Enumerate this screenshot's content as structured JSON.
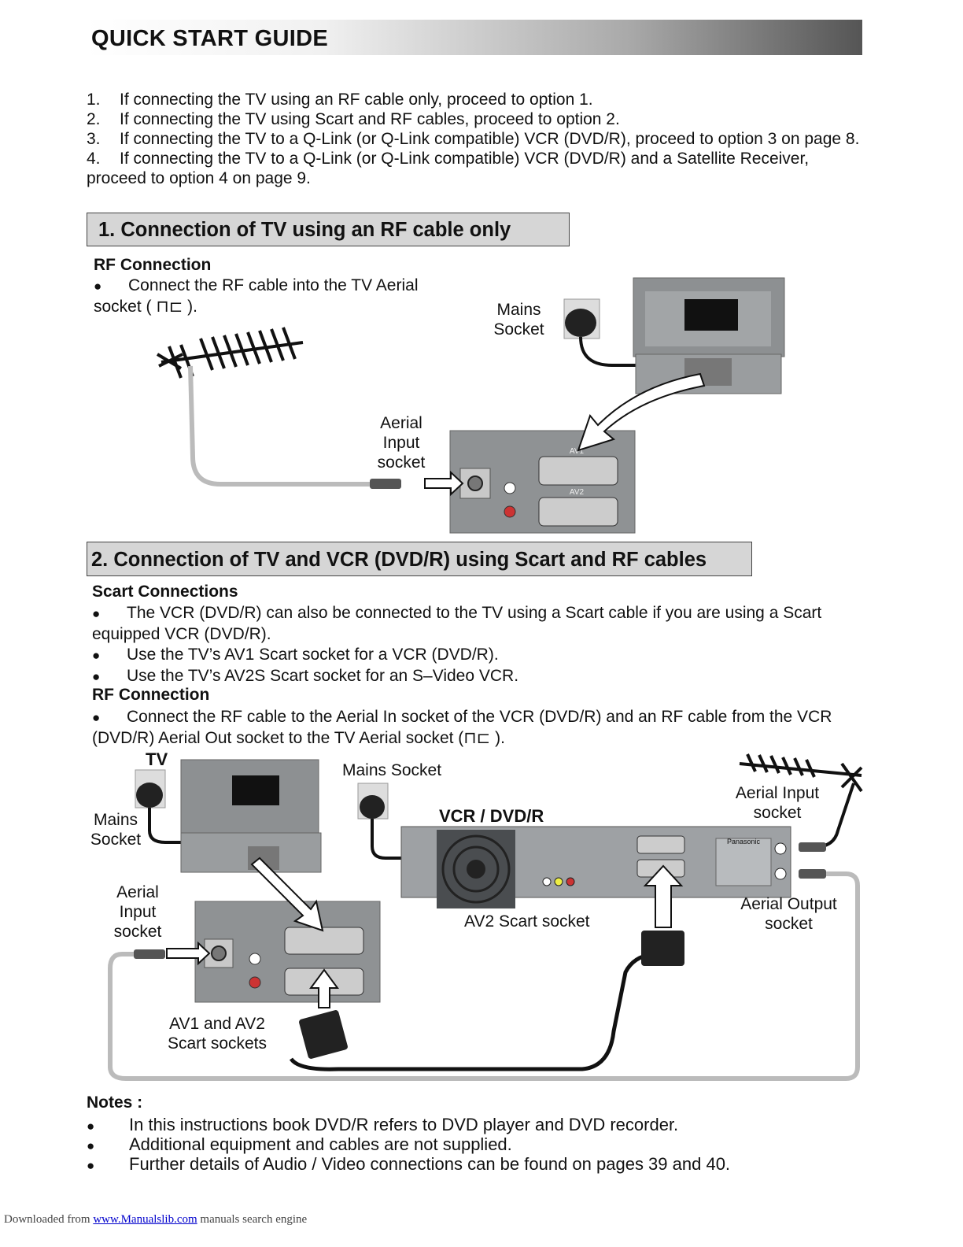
{
  "title": "QUICK START GUIDE",
  "intro": [
    {
      "num": "1.",
      "text": "If connecting the TV using an RF cable only, proceed to option 1."
    },
    {
      "num": "2.",
      "text": "If connecting the TV using Scart and RF cables, proceed to option 2."
    },
    {
      "num": "3.",
      "text": "If connecting the TV to a Q-Link (or Q-Link compatible) VCR (DVD/R), proceed to option 3 on page 8."
    },
    {
      "num": "4.",
      "text": "If connecting the TV to a Q-Link (or Q-Link compatible) VCR (DVD/R) and a Satellite Receiver, proceed to option 4 on page 9."
    }
  ],
  "section1": {
    "heading": "1.   Connection of TV using an RF cable only",
    "subheading": "RF Connection",
    "bullet_line1": "Connect the RF cable into the TV Aerial",
    "bullet_line2": "socket (  ⊓⊏  ).",
    "labels": {
      "mains_1": "Mains",
      "mains_2": "Socket",
      "aerial_1": "Aerial",
      "aerial_2": "Input",
      "aerial_3": "socket"
    },
    "panel_labels": {
      "av1": "AV1",
      "av2": "AV2"
    }
  },
  "section2": {
    "heading": "2.   Connection of TV and VCR (DVD/R) using Scart and RF cables",
    "subheading_scart": "Scart Connections",
    "scart_bullets": [
      "The VCR (DVD/R) can also be connected to the TV using a Scart cable if you are using a Scart equipped VCR (DVD/R).",
      "Use the TV’s AV1 Scart socket for a VCR (DVD/R).",
      "Use the TV’s AV2S Scart socket for an S–Video VCR."
    ],
    "subheading_rf": "RF Connection",
    "rf_bullet": "Connect the RF cable to the Aerial In socket of the VCR (DVD/R) and an RF cable from the VCR (DVD/R) Aerial Out socket to the TV Aerial socket (⊓⊏ ).",
    "labels": {
      "tv": "TV",
      "mains_socket": "Mains Socket",
      "vcr": "VCR / DVD/R",
      "mains_1": "Mains",
      "mains_2": "Socket",
      "aerial_input_1": "Aerial Input",
      "aerial_input_2": "socket",
      "tv_aerial_1": "Aerial",
      "tv_aerial_2": "Input",
      "tv_aerial_3": "socket",
      "av2_scart": "AV2 Scart socket",
      "aerial_output_1": "Aerial Output",
      "aerial_output_2": "socket",
      "av_sockets_1": "AV1 and AV2",
      "av_sockets_2": "Scart sockets",
      "brand": "Panasonic"
    }
  },
  "notes": {
    "heading": "Notes :",
    "items": [
      "In this instructions book DVD/R refers to DVD player and DVD recorder.",
      "Additional equipment and cables are not supplied.",
      "Further details of Audio / Video connections can be found on pages 39 and 40."
    ]
  },
  "footer": {
    "prefix": "Downloaded from",
    "link": "www.Manualslib.com",
    "suffix": "manuals search engine"
  }
}
